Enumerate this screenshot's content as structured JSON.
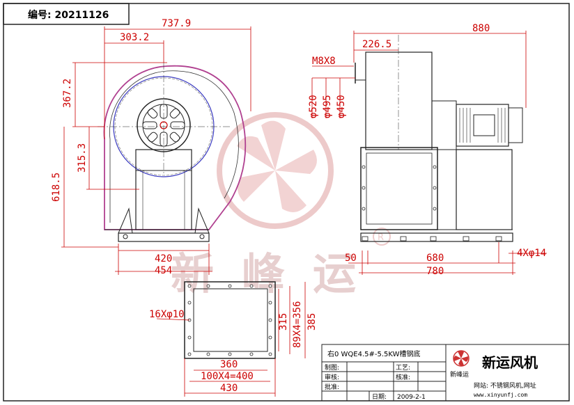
{
  "drawing_number": "编号: 20211126",
  "watermark": "新峰运",
  "dimensions": {
    "front": {
      "width_total": "737.9",
      "center_offset": "303.2",
      "height_upper": "367.2",
      "outlet_height": "315.3",
      "center_height": "618.5",
      "base_inner": "420",
      "base_outer": "454"
    },
    "side": {
      "length_total": "880",
      "inlet_offset": "226.5",
      "bolt": "M8X8",
      "d1": "φ520",
      "d2": "φ495",
      "d3": "φ450",
      "base_left": "50",
      "base_mid": "680",
      "base_total": "780",
      "holes": "4Xφ14"
    },
    "flange": {
      "holes": "16Xφ10",
      "inner_h": "315",
      "pitch_v": "89X4=356",
      "outer_h": "385",
      "inner_w": "360",
      "pitch_h": "100X4=400",
      "outer_w": "430"
    }
  },
  "title_block": {
    "model": "右0 WQE4.5#-5.5KW槽钢底",
    "company": "新运风机",
    "logo_text": "新峰运",
    "labels": {
      "drawn": "制图:",
      "craft": "工艺:",
      "review": "审核:",
      "check": "核准:",
      "approve": "批准:",
      "date_label": "日期:"
    },
    "date": "2009-2-1",
    "website_label": "网站: 不锈钢风机,网址",
    "website_url": "www.xinyunfj.com"
  },
  "colors": {
    "dimension": "#cc0000",
    "outline": "#1a1a1a",
    "casing": "#b04090",
    "impeller": "#3a3ac0",
    "watermark": "#d7a8a8"
  }
}
